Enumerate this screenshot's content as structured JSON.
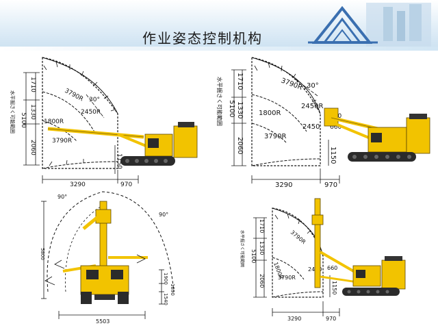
{
  "slide": {
    "title": "作业姿态控制机构"
  },
  "panel_tl": {
    "side_label": "水平掘さく可能範囲",
    "h_dims": [
      "1710",
      "1330",
      "5100",
      "2060"
    ],
    "radii": [
      "3790R",
      "2450R",
      "1800R",
      "3790R"
    ],
    "angle": "30°",
    "inner_dim": "1150",
    "bottom_dims": [
      "3290",
      "970"
    ]
  },
  "panel_tr": {
    "side_label": "水平掘さく可能範囲",
    "h_dims": [
      "1710",
      "1330",
      "5100",
      "2060"
    ],
    "radii": [
      "3790R",
      "2450R",
      "1800R",
      "2450",
      "3790R"
    ],
    "angle": "30°",
    "inner_dims": [
      "470",
      "660",
      "1150"
    ],
    "bottom_dims": [
      "3290",
      "970"
    ]
  },
  "panel_bl": {
    "angles": [
      "90°",
      "90°"
    ],
    "left_dim": "5800",
    "right_dims": [
      "1900",
      "1890",
      "1540"
    ],
    "bottom_dim": "5503"
  },
  "panel_br": {
    "side_label": "水平掘さく可能範囲",
    "h_dims": [
      "1710",
      "1330",
      "5100",
      "2060"
    ],
    "radii": [
      "3790R",
      "1800R",
      "2450",
      "3790R"
    ],
    "inner_dims": [
      "660",
      "1150"
    ],
    "bottom_dims": [
      "3290",
      "970"
    ]
  },
  "colors": {
    "machine_yellow": "#f2c300",
    "machine_dark": "#2b2b2b",
    "banner": "#cfe3f2",
    "dim_line": "#111111"
  }
}
